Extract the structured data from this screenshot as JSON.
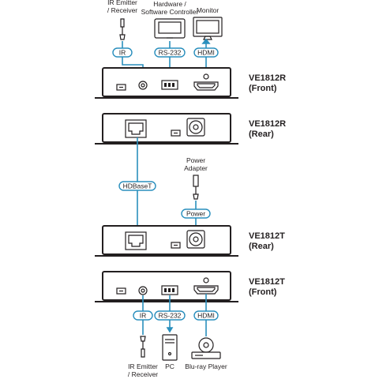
{
  "devices": {
    "receiver_front": {
      "model": "VE1812R",
      "side": "(Front)"
    },
    "receiver_rear": {
      "model": "VE1812R",
      "side": "(Rear)"
    },
    "transmitter_rear": {
      "model": "VE1812T",
      "side": "(Rear)"
    },
    "transmitter_front": {
      "model": "VE1812T",
      "side": "(Front)"
    }
  },
  "top_peripherals": {
    "ir_label_1": "IR Emitter",
    "ir_label_2": "/ Receiver",
    "controller_label_1": "Hardware /",
    "controller_label_2": "Software Controller",
    "monitor_label": "Monitor"
  },
  "top_connectors": {
    "ir": "IR",
    "rs232": "RS-232",
    "hdmi": "HDMI"
  },
  "middle": {
    "hdbaset": "HDBaseT",
    "power_label_1": "Power",
    "power_label_2": "Adapter",
    "power_tag": "Power"
  },
  "bottom_connectors": {
    "ir": "IR",
    "rs232": "RS-232",
    "hdmi": "HDMI"
  },
  "bottom_peripherals": {
    "ir_label_1": "IR Emitter",
    "ir_label_2": "/ Receiver",
    "pc_label": "PC",
    "bluray_label": "Blu-ray Player"
  },
  "colors": {
    "cable": "#2a8fbd",
    "ink": "#231f20"
  },
  "icons": [
    "ir-emitter-icon",
    "controller-icon",
    "monitor-icon",
    "power-adapter-icon",
    "pc-tower-icon",
    "bluray-player-icon"
  ]
}
